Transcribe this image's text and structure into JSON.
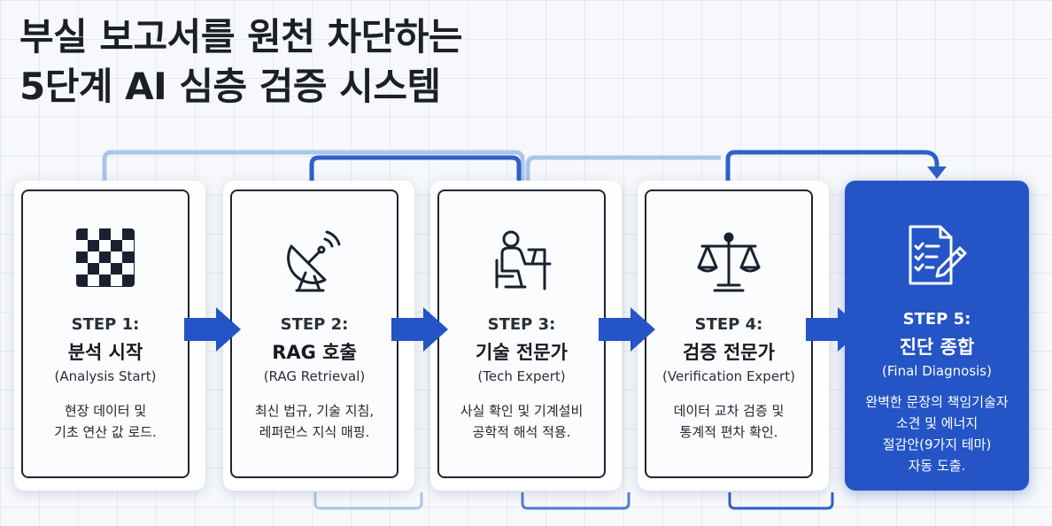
{
  "title": {
    "line1": "부실 보고서를 원천 차단하는",
    "line2": "5단계 AI 심층 검증 시스템"
  },
  "colors": {
    "accent": "#2454c6",
    "final_card_bg": "#2454c6",
    "connector_light": "#a9c6ea",
    "connector_dark": "#2f5fc8",
    "border": "#1f2430"
  },
  "steps": [
    {
      "step": "STEP 1:",
      "name": "분석 시작",
      "english": "(Analysis Start)",
      "desc": [
        "현장 데이터 및",
        "기초 연산 값 로드."
      ],
      "icon": "checkerboard-icon"
    },
    {
      "step": "STEP 2:",
      "name": "RAG 호출",
      "english": "(RAG Retrieval)",
      "desc": [
        "최신 법규, 기술 지침,",
        "레퍼런스 지식 매핑."
      ],
      "icon": "satellite-dish-icon"
    },
    {
      "step": "STEP 3:",
      "name": "기술 전문가",
      "english": "(Tech Expert)",
      "desc": [
        "사실 확인 및 기계설비",
        "공학적 해석 적용."
      ],
      "icon": "engineer-at-desk-icon"
    },
    {
      "step": "STEP 4:",
      "name": "검증 전문가",
      "english": "(Verification Expert)",
      "desc": [
        "데이터 교차 검증 및",
        "통계적 편차 확인."
      ],
      "icon": "balance-scale-icon"
    },
    {
      "step": "STEP 5:",
      "name": "진단 종합",
      "english": "(Final Diagnosis)",
      "desc": [
        "완벽한 문장의 책임기술자",
        "소견 및 에너지",
        "절감안(9가지 테마)",
        "자동 도출."
      ],
      "icon": "document-pen-icon"
    }
  ]
}
